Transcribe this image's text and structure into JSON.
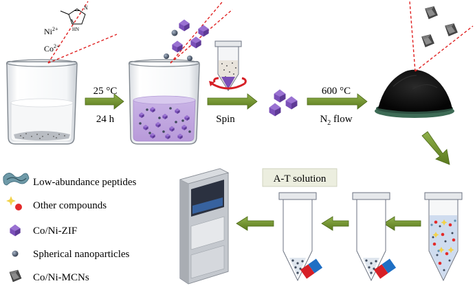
{
  "reagents": {
    "ni": "Ni",
    "ni_charge": "2+",
    "co": "Co",
    "co_charge": "2+",
    "imidazole_nh": "HN"
  },
  "step1": {
    "temperature": "25 °C",
    "time": "24 h"
  },
  "step2": {
    "label": "Spin"
  },
  "step3": {
    "temperature": "600 °C",
    "gas": "N",
    "gas_sub": "2",
    "gas_suffix": " flow"
  },
  "solution_label": "A-T solution",
  "legend": [
    {
      "label": "Low-abundance peptides",
      "icon": "peptide-icon"
    },
    {
      "label": "Other compounds",
      "icon": "compounds-icon"
    },
    {
      "label": "Co/Ni-ZIF",
      "icon": "zif-icon"
    },
    {
      "label": "Spherical nanoparticles",
      "icon": "nanoparticle-icon"
    },
    {
      "label": "Co/Ni-MCNs",
      "icon": "mcn-icon"
    }
  ],
  "colors": {
    "arrow": "#6f8f2a",
    "arrow_dark": "#4e6b1a",
    "zif": "#7a4fb8",
    "nanoparticle": "#3f4a5c",
    "mcn": "#555555",
    "magnet_red": "#d61f26",
    "magnet_blue": "#1f6fc4",
    "dashed_line": "#e02020"
  }
}
